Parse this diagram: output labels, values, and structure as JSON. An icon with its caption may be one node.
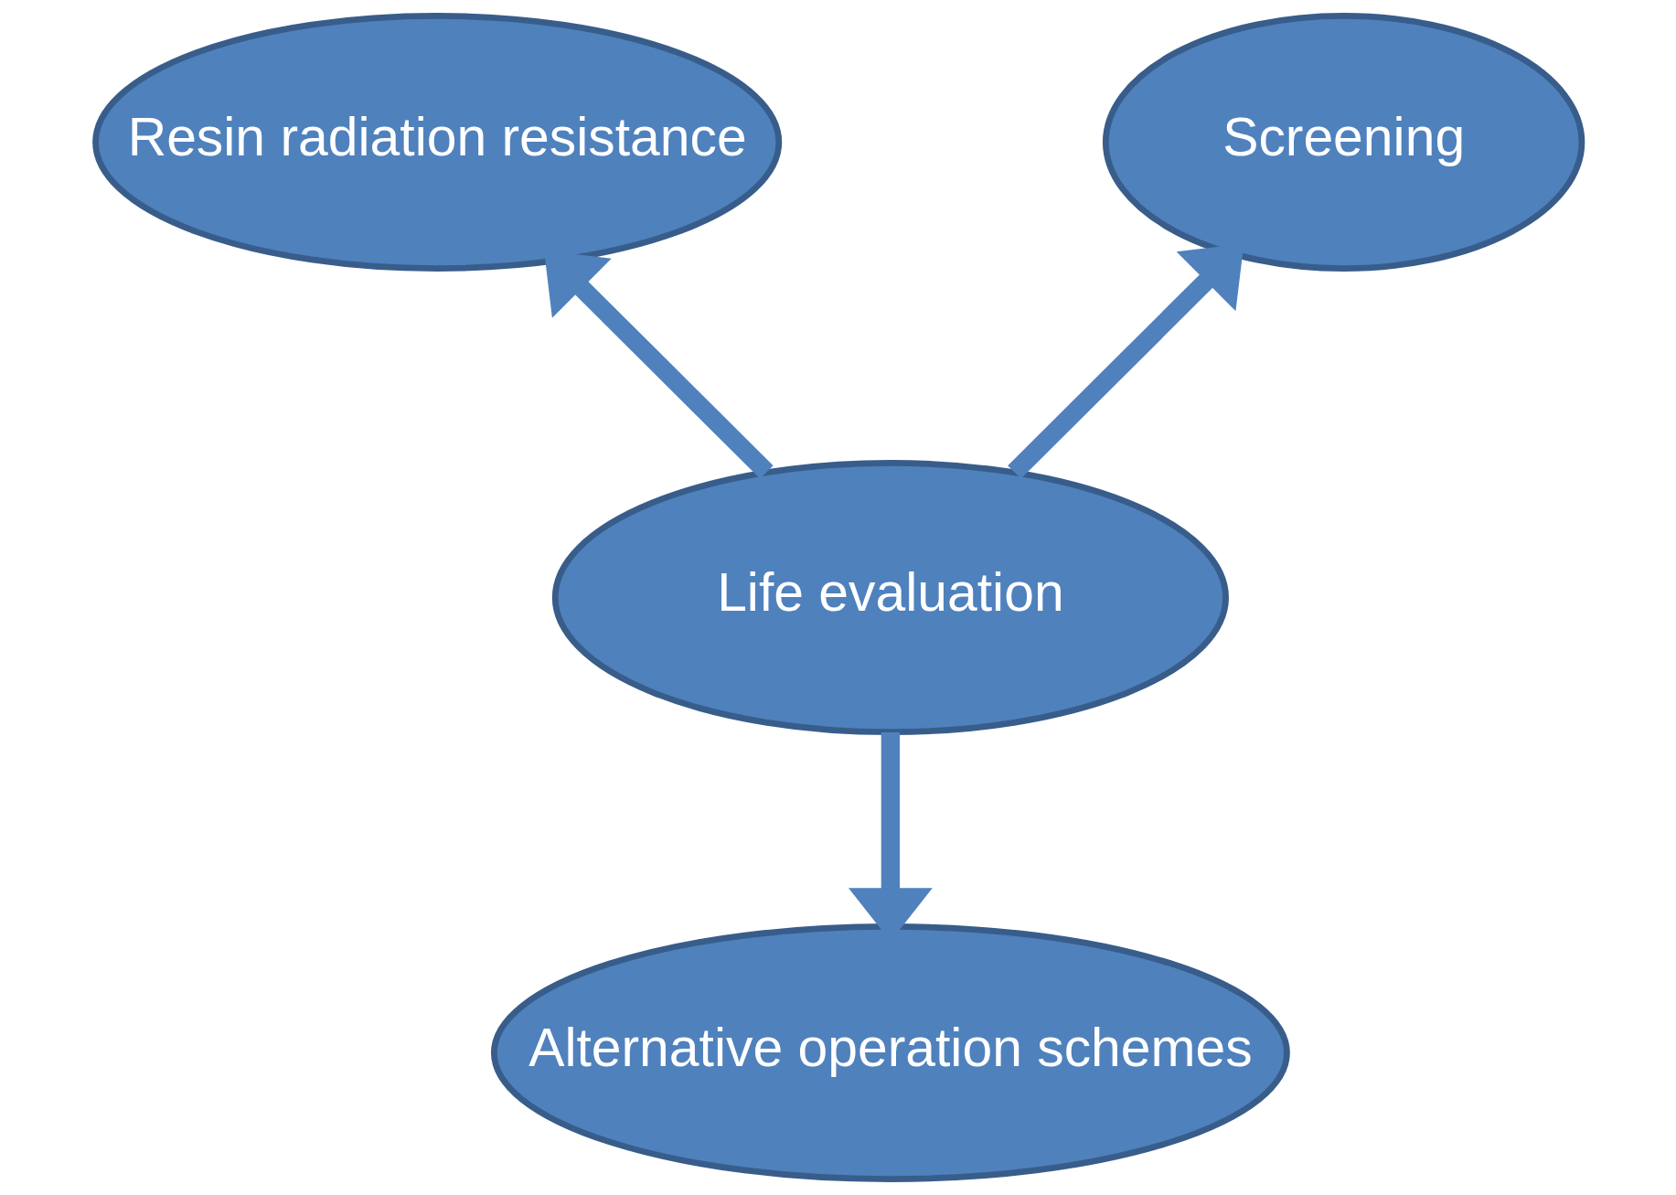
{
  "diagram": {
    "nodes": [
      {
        "text": [
          "Resin radiation resistance"
        ]
      },
      {
        "text": [
          "Screening"
        ]
      },
      {
        "text": [
          "Life evaluation"
        ]
      },
      {
        "text": [
          "Alternative operation schemes"
        ]
      }
    ],
    "edges": [
      {
        "from": 2,
        "to": 0,
        "arrow": "to"
      },
      {
        "from": 2,
        "to": 1,
        "arrow": "to"
      },
      {
        "from": 2,
        "to": 3,
        "arrow": "to"
      }
    ]
  }
}
